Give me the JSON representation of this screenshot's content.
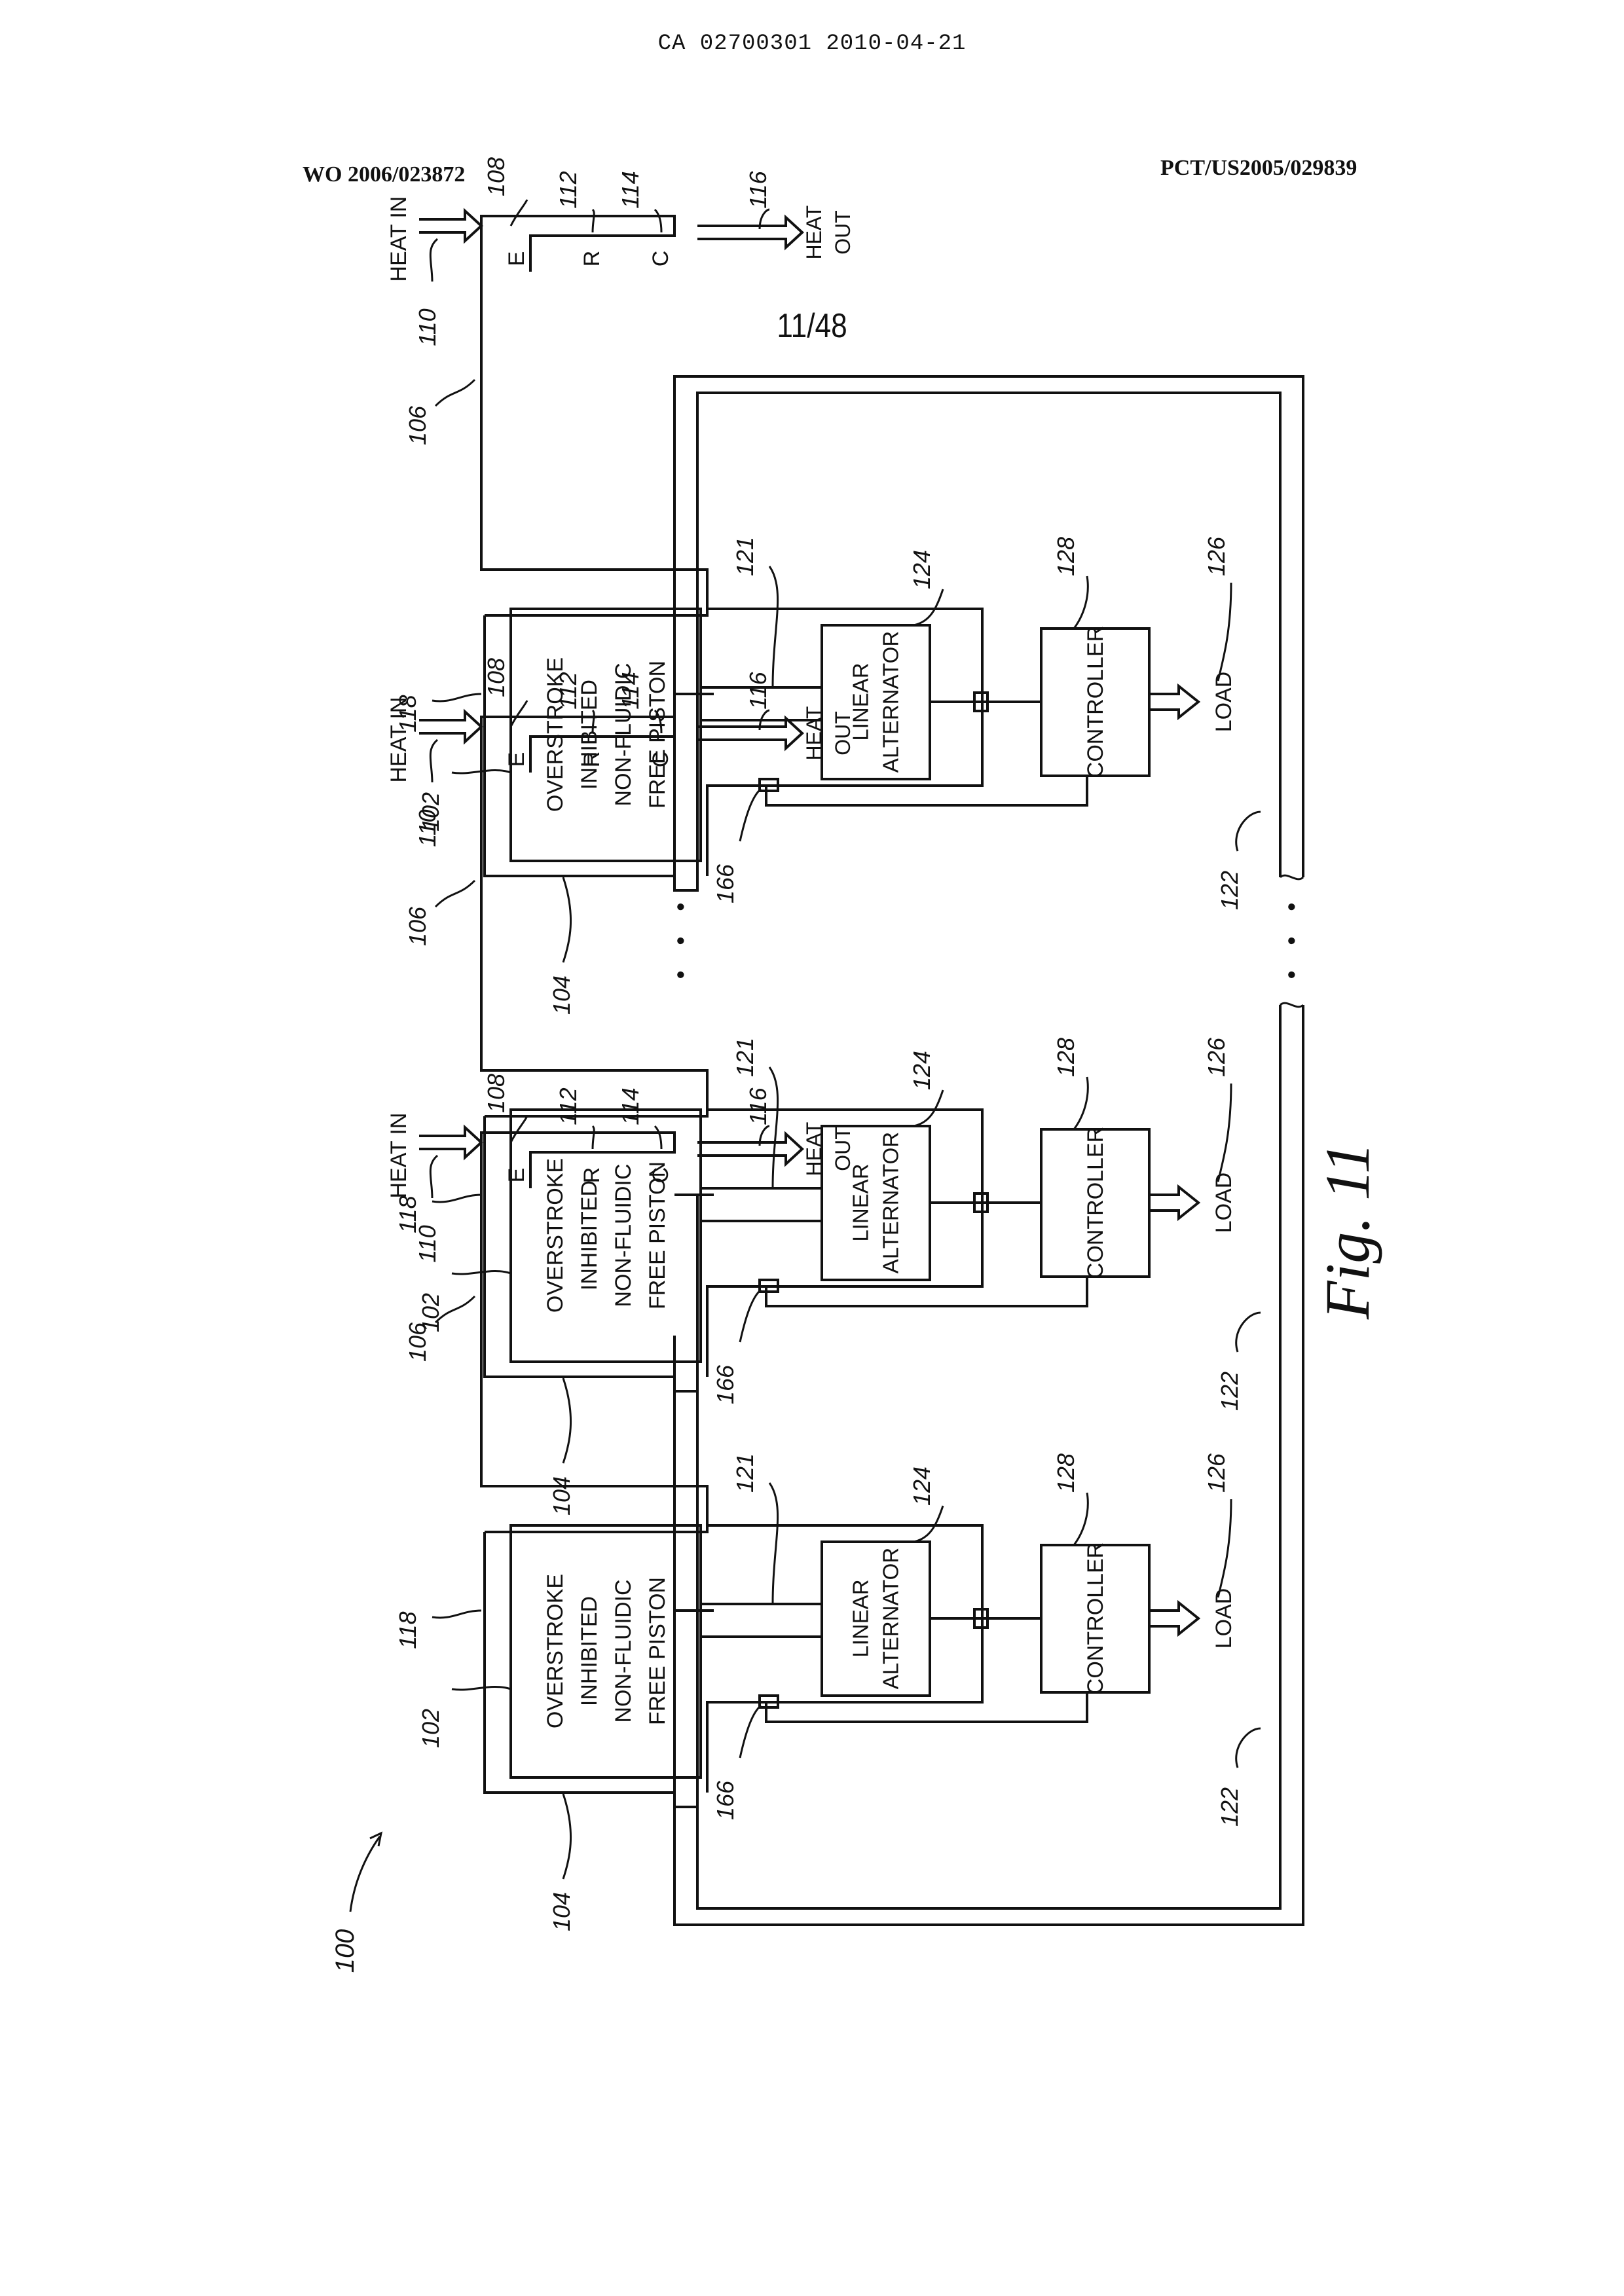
{
  "header": {
    "ca_number": "CA 02700301 2010-04-21",
    "wo_number": "WO 2006/023872",
    "pct_number": "PCT/US2005/029839",
    "sheet": "11/48"
  },
  "figure": {
    "label": "Fig. 11",
    "system_ref": "100",
    "ellipsis": "• • •"
  },
  "units": [
    {
      "piston_lines": [
        "OVERSTROKE",
        "INHIBITED",
        "NON-FLUIDIC",
        "FREE PISTON"
      ],
      "alternator_lines": [
        "LINEAR",
        "ALTERNATOR"
      ],
      "controller": "CONTROLLER",
      "load": "LOAD",
      "heat_in": "HEAT IN",
      "heat_out_lines": [
        "HEAT",
        "OUT"
      ],
      "e": "E",
      "r": "R",
      "c": "C",
      "refs": {
        "r102": "102",
        "r104": "104",
        "r106": "106",
        "r108": "108",
        "r110": "110",
        "r112": "112",
        "r114": "114",
        "r116": "116",
        "r118": "118",
        "r121": "121",
        "r122": "122",
        "r124": "124",
        "r126": "126",
        "r128": "128",
        "r166": "166"
      }
    },
    {
      "piston_lines": [
        "OVERSTROKE",
        "INHIBITED",
        "NON-FLUIDIC",
        "FREE PISTON"
      ],
      "alternator_lines": [
        "LINEAR",
        "ALTERNATOR"
      ],
      "controller": "CONTROLLER",
      "load": "LOAD",
      "heat_in": "HEAT IN",
      "heat_out_lines": [
        "HEAT",
        "OUT"
      ],
      "e": "E",
      "r": "R",
      "c": "C",
      "refs": {
        "r102": "102",
        "r104": "104",
        "r106": "106",
        "r108": "108",
        "r110": "110",
        "r112": "112",
        "r114": "114",
        "r116": "116",
        "r118": "118",
        "r121": "121",
        "r122": "122",
        "r124": "124",
        "r126": "126",
        "r128": "128",
        "r166": "166"
      }
    },
    {
      "piston_lines": [
        "OVERSTROKE",
        "INHIBITED",
        "NON-FLUIDIC",
        "FREE PISTON"
      ],
      "alternator_lines": [
        "LINEAR",
        "ALTERNATOR"
      ],
      "controller": "CONTROLLER",
      "load": "LOAD",
      "heat_in": "HEAT IN",
      "heat_out_lines": [
        "HEAT",
        "OUT"
      ],
      "e": "E",
      "r": "R",
      "c": "C",
      "refs": {
        "r102": "102",
        "r104": "104",
        "r106": "106",
        "r108": "108",
        "r110": "110",
        "r112": "112",
        "r114": "114",
        "r116": "116",
        "r118": "118",
        "r121": "121",
        "r122": "122",
        "r124": "124",
        "r126": "126",
        "r128": "128",
        "r166": "166"
      }
    }
  ]
}
